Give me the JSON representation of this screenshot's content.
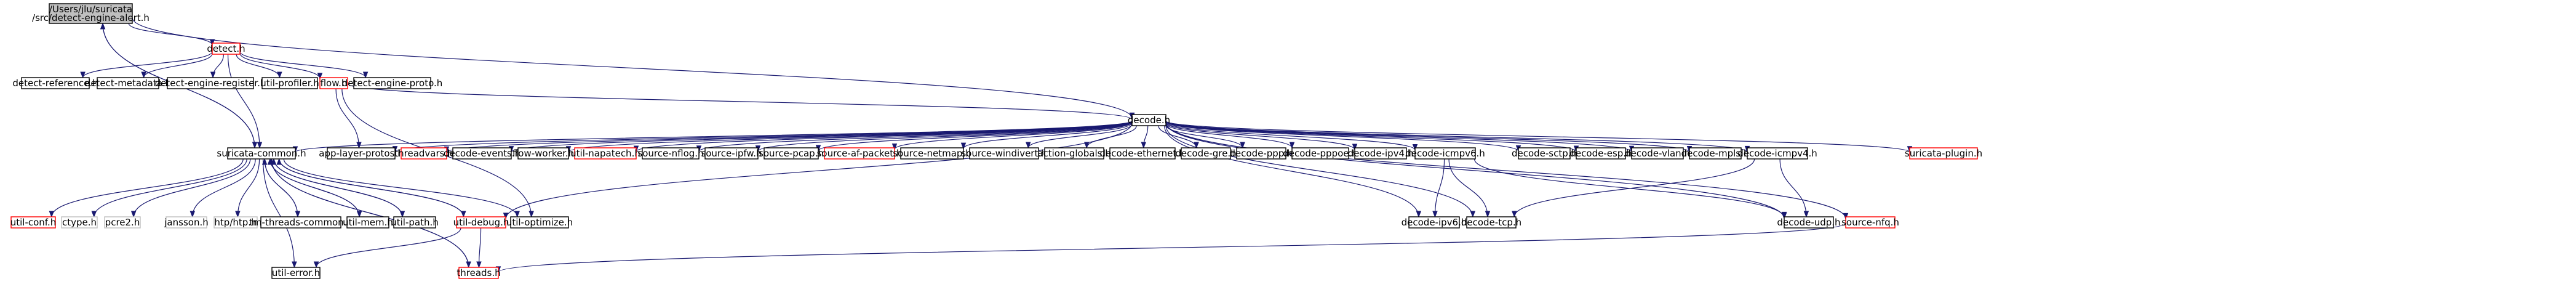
{
  "colors": {
    "edge": "#191970",
    "node_border_black": "#000000",
    "node_border_red": "#ff0000",
    "node_border_grey": "#bfbfbf",
    "root_fill": "#bfbfbf",
    "node_fill": "#ffffff",
    "text": "#000000"
  },
  "nodes": [
    {
      "id": "root",
      "lines": [
        "/Users/jlu/suricata",
        "/src/detect-engine-alert.h"
      ],
      "kind": "root"
    },
    {
      "id": "detect_h",
      "lines": [
        "detect.h"
      ],
      "kind": "red"
    },
    {
      "id": "detect_reference",
      "lines": [
        "detect-reference.h"
      ],
      "kind": "black"
    },
    {
      "id": "detect_metadata",
      "lines": [
        "detect-metadata.h"
      ],
      "kind": "black"
    },
    {
      "id": "detect_engine_register",
      "lines": [
        "detect-engine-register.h"
      ],
      "kind": "black"
    },
    {
      "id": "util_profiler",
      "lines": [
        "util-profiler.h"
      ],
      "kind": "black"
    },
    {
      "id": "flow_h",
      "lines": [
        "flow.h"
      ],
      "kind": "red"
    },
    {
      "id": "detect_engine_proto",
      "lines": [
        "detect-engine-proto.h"
      ],
      "kind": "black"
    },
    {
      "id": "decode_h",
      "lines": [
        "decode.h"
      ],
      "kind": "black"
    },
    {
      "id": "suricata_common",
      "lines": [
        "suricata-common.h"
      ],
      "kind": "black"
    },
    {
      "id": "app_layer_protos",
      "lines": [
        "app-layer-protos.h"
      ],
      "kind": "black"
    },
    {
      "id": "threadvars",
      "lines": [
        "threadvars.h"
      ],
      "kind": "red"
    },
    {
      "id": "decode_events",
      "lines": [
        "decode-events.h"
      ],
      "kind": "black"
    },
    {
      "id": "flow_worker",
      "lines": [
        "flow-worker.h"
      ],
      "kind": "black"
    },
    {
      "id": "util_napatech",
      "lines": [
        "util-napatech.h"
      ],
      "kind": "red"
    },
    {
      "id": "source_nflog",
      "lines": [
        "source-nflog.h"
      ],
      "kind": "black"
    },
    {
      "id": "source_ipfw",
      "lines": [
        "source-ipfw.h"
      ],
      "kind": "black"
    },
    {
      "id": "source_pcap",
      "lines": [
        "source-pcap.h"
      ],
      "kind": "black"
    },
    {
      "id": "source_af_packet",
      "lines": [
        "source-af-packet.h"
      ],
      "kind": "red"
    },
    {
      "id": "source_netmap",
      "lines": [
        "source-netmap.h"
      ],
      "kind": "black"
    },
    {
      "id": "source_windivert",
      "lines": [
        "source-windivert.h"
      ],
      "kind": "black"
    },
    {
      "id": "action_globals",
      "lines": [
        "action-globals.h"
      ],
      "kind": "black"
    },
    {
      "id": "decode_ethernet",
      "lines": [
        "decode-ethernet.h"
      ],
      "kind": "black"
    },
    {
      "id": "decode_gre",
      "lines": [
        "decode-gre.h"
      ],
      "kind": "black"
    },
    {
      "id": "decode_ppp",
      "lines": [
        "decode-ppp.h"
      ],
      "kind": "black"
    },
    {
      "id": "decode_pppoe",
      "lines": [
        "decode-pppoe.h"
      ],
      "kind": "black"
    },
    {
      "id": "decode_ipv4",
      "lines": [
        "decode-ipv4.h"
      ],
      "kind": "black"
    },
    {
      "id": "decode_icmpv6",
      "lines": [
        "decode-icmpv6.h"
      ],
      "kind": "black"
    },
    {
      "id": "decode_sctp",
      "lines": [
        "decode-sctp.h"
      ],
      "kind": "black"
    },
    {
      "id": "decode_esp",
      "lines": [
        "decode-esp.h"
      ],
      "kind": "black"
    },
    {
      "id": "decode_vlan",
      "lines": [
        "decode-vlan.h"
      ],
      "kind": "black"
    },
    {
      "id": "decode_mpls",
      "lines": [
        "decode-mpls.h"
      ],
      "kind": "black"
    },
    {
      "id": "decode_icmpv4",
      "lines": [
        "decode-icmpv4.h"
      ],
      "kind": "black"
    },
    {
      "id": "suricata_plugin",
      "lines": [
        "suricata-plugin.h"
      ],
      "kind": "red"
    },
    {
      "id": "util_conf",
      "lines": [
        "util-conf.h"
      ],
      "kind": "red"
    },
    {
      "id": "ctype",
      "lines": [
        "ctype.h"
      ],
      "kind": "grey"
    },
    {
      "id": "pcre2",
      "lines": [
        "pcre2.h"
      ],
      "kind": "grey"
    },
    {
      "id": "jansson",
      "lines": [
        "jansson.h"
      ],
      "kind": "grey"
    },
    {
      "id": "htp",
      "lines": [
        "htp/htp.h"
      ],
      "kind": "grey"
    },
    {
      "id": "tm_threads_common",
      "lines": [
        "tm-threads-common.h"
      ],
      "kind": "black"
    },
    {
      "id": "util_mem",
      "lines": [
        "util-mem.h"
      ],
      "kind": "black"
    },
    {
      "id": "util_path",
      "lines": [
        "util-path.h"
      ],
      "kind": "black"
    },
    {
      "id": "util_debug",
      "lines": [
        "util-debug.h"
      ],
      "kind": "red"
    },
    {
      "id": "util_optimize",
      "lines": [
        "util-optimize.h"
      ],
      "kind": "black"
    },
    {
      "id": "util_error",
      "lines": [
        "util-error.h"
      ],
      "kind": "black"
    },
    {
      "id": "threads",
      "lines": [
        "threads.h"
      ],
      "kind": "red"
    },
    {
      "id": "decode_ipv6",
      "lines": [
        "decode-ipv6.h"
      ],
      "kind": "black"
    },
    {
      "id": "decode_tcp",
      "lines": [
        "decode-tcp.h"
      ],
      "kind": "black"
    },
    {
      "id": "decode_udp",
      "lines": [
        "decode-udp.h"
      ],
      "kind": "black"
    },
    {
      "id": "source_nfq",
      "lines": [
        "source-nfq.h"
      ],
      "kind": "red"
    }
  ],
  "edges": [
    [
      "root",
      "detect_h"
    ],
    [
      "root",
      "decode_h"
    ],
    [
      "root",
      "suricata_common"
    ],
    [
      "detect_h",
      "detect_reference"
    ],
    [
      "detect_h",
      "detect_metadata"
    ],
    [
      "detect_h",
      "detect_engine_register"
    ],
    [
      "detect_h",
      "util_profiler"
    ],
    [
      "detect_h",
      "flow_h"
    ],
    [
      "detect_h",
      "detect_engine_proto"
    ],
    [
      "detect_h",
      "suricata_common"
    ],
    [
      "flow_h",
      "decode_h"
    ],
    [
      "flow_h",
      "app_layer_protos"
    ],
    [
      "flow_h",
      "util_optimize"
    ],
    [
      "decode_h",
      "suricata_common"
    ],
    [
      "decode_h",
      "app_layer_protos"
    ],
    [
      "decode_h",
      "threadvars"
    ],
    [
      "decode_h",
      "decode_events"
    ],
    [
      "decode_h",
      "flow_worker"
    ],
    [
      "decode_h",
      "util_napatech"
    ],
    [
      "decode_h",
      "source_nflog"
    ],
    [
      "decode_h",
      "source_ipfw"
    ],
    [
      "decode_h",
      "source_pcap"
    ],
    [
      "decode_h",
      "source_af_packet"
    ],
    [
      "decode_h",
      "source_netmap"
    ],
    [
      "decode_h",
      "source_windivert"
    ],
    [
      "decode_h",
      "action_globals"
    ],
    [
      "decode_h",
      "decode_ethernet"
    ],
    [
      "decode_h",
      "decode_gre"
    ],
    [
      "decode_h",
      "decode_ppp"
    ],
    [
      "decode_h",
      "decode_pppoe"
    ],
    [
      "decode_h",
      "decode_ipv4"
    ],
    [
      "decode_h",
      "decode_icmpv6"
    ],
    [
      "decode_h",
      "decode_ipv6"
    ],
    [
      "decode_h",
      "decode_tcp"
    ],
    [
      "decode_h",
      "decode_sctp"
    ],
    [
      "decode_h",
      "decode_esp"
    ],
    [
      "decode_h",
      "decode_vlan"
    ],
    [
      "decode_h",
      "decode_mpls"
    ],
    [
      "decode_h",
      "decode_icmpv4"
    ],
    [
      "decode_h",
      "decode_udp"
    ],
    [
      "decode_h",
      "source_nfq"
    ],
    [
      "decode_h",
      "suricata_plugin"
    ],
    [
      "decode_h",
      "util_debug"
    ],
    [
      "decode_icmpv6",
      "decode_ipv6"
    ],
    [
      "decode_icmpv6",
      "decode_tcp"
    ],
    [
      "decode_icmpv6",
      "decode_udp"
    ],
    [
      "decode_icmpv4",
      "decode_tcp"
    ],
    [
      "decode_icmpv4",
      "decode_udp"
    ],
    [
      "suricata_common",
      "util_conf"
    ],
    [
      "suricata_common",
      "ctype"
    ],
    [
      "suricata_common",
      "pcre2"
    ],
    [
      "suricata_common",
      "jansson"
    ],
    [
      "suricata_common",
      "htp"
    ],
    [
      "suricata_common",
      "tm_threads_common"
    ],
    [
      "suricata_common",
      "util_mem"
    ],
    [
      "suricata_common",
      "util_path"
    ],
    [
      "suricata_common",
      "util_debug"
    ],
    [
      "suricata_common",
      "util_optimize"
    ],
    [
      "suricata_common",
      "util_error"
    ],
    [
      "suricata_common",
      "threads"
    ],
    [
      "util_debug",
      "util_error"
    ],
    [
      "util_debug",
      "threads"
    ],
    [
      "util_debug",
      "suricata_common"
    ],
    [
      "threads",
      "suricata_common"
    ],
    [
      "tm_threads_common",
      "suricata_common"
    ],
    [
      "util_mem",
      "suricata_common"
    ],
    [
      "util_path",
      "suricata_common"
    ],
    [
      "suricata_common",
      "root"
    ],
    [
      "source_nfq",
      "threads"
    ]
  ]
}
